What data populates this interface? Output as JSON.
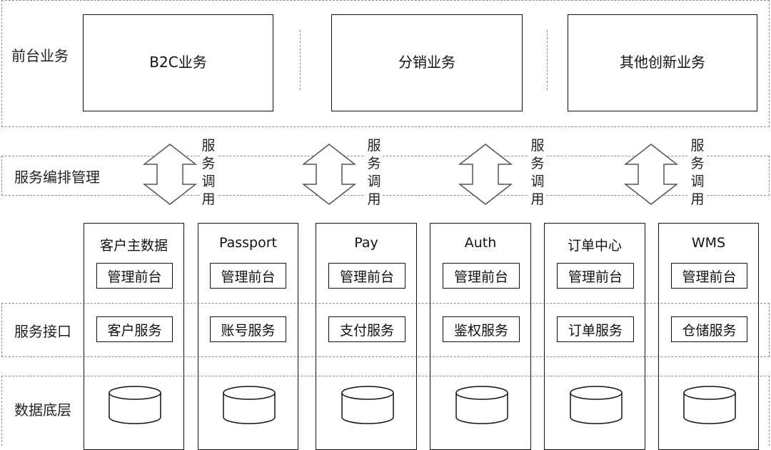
{
  "layers": {
    "frontend": "前台业务",
    "orchestration": "服务编排管理",
    "interface": "服务接口",
    "data": "数据底层"
  },
  "frontend_businesses": [
    "B2C业务",
    "分销业务",
    "其他创新业务"
  ],
  "service_call": {
    "chars": [
      "服",
      "务",
      "调",
      "用"
    ]
  },
  "services": [
    {
      "title": "客户主数据",
      "admin": "管理前台",
      "interface": "客户服务"
    },
    {
      "title": "Passport",
      "admin": "管理前台",
      "interface": "账号服务"
    },
    {
      "title": "Pay",
      "admin": "管理前台",
      "interface": "支付服务"
    },
    {
      "title": "Auth",
      "admin": "管理前台",
      "interface": "鉴权服务"
    },
    {
      "title": "订单中心",
      "admin": "管理前台",
      "interface": "订单服务"
    },
    {
      "title": "WMS",
      "admin": "管理前台",
      "interface": "仓储服务"
    }
  ]
}
